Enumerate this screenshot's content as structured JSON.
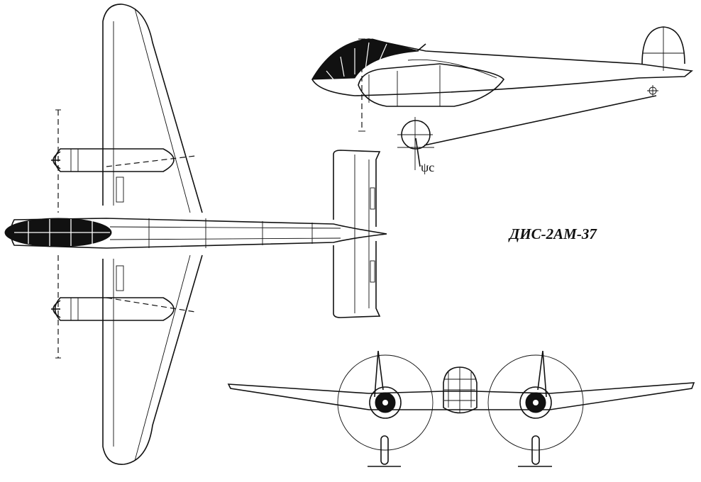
{
  "drawing": {
    "title": "ДИС-2АМ-37",
    "angle_label": "ψc",
    "views": [
      "top-view",
      "side-view",
      "front-view"
    ]
  }
}
